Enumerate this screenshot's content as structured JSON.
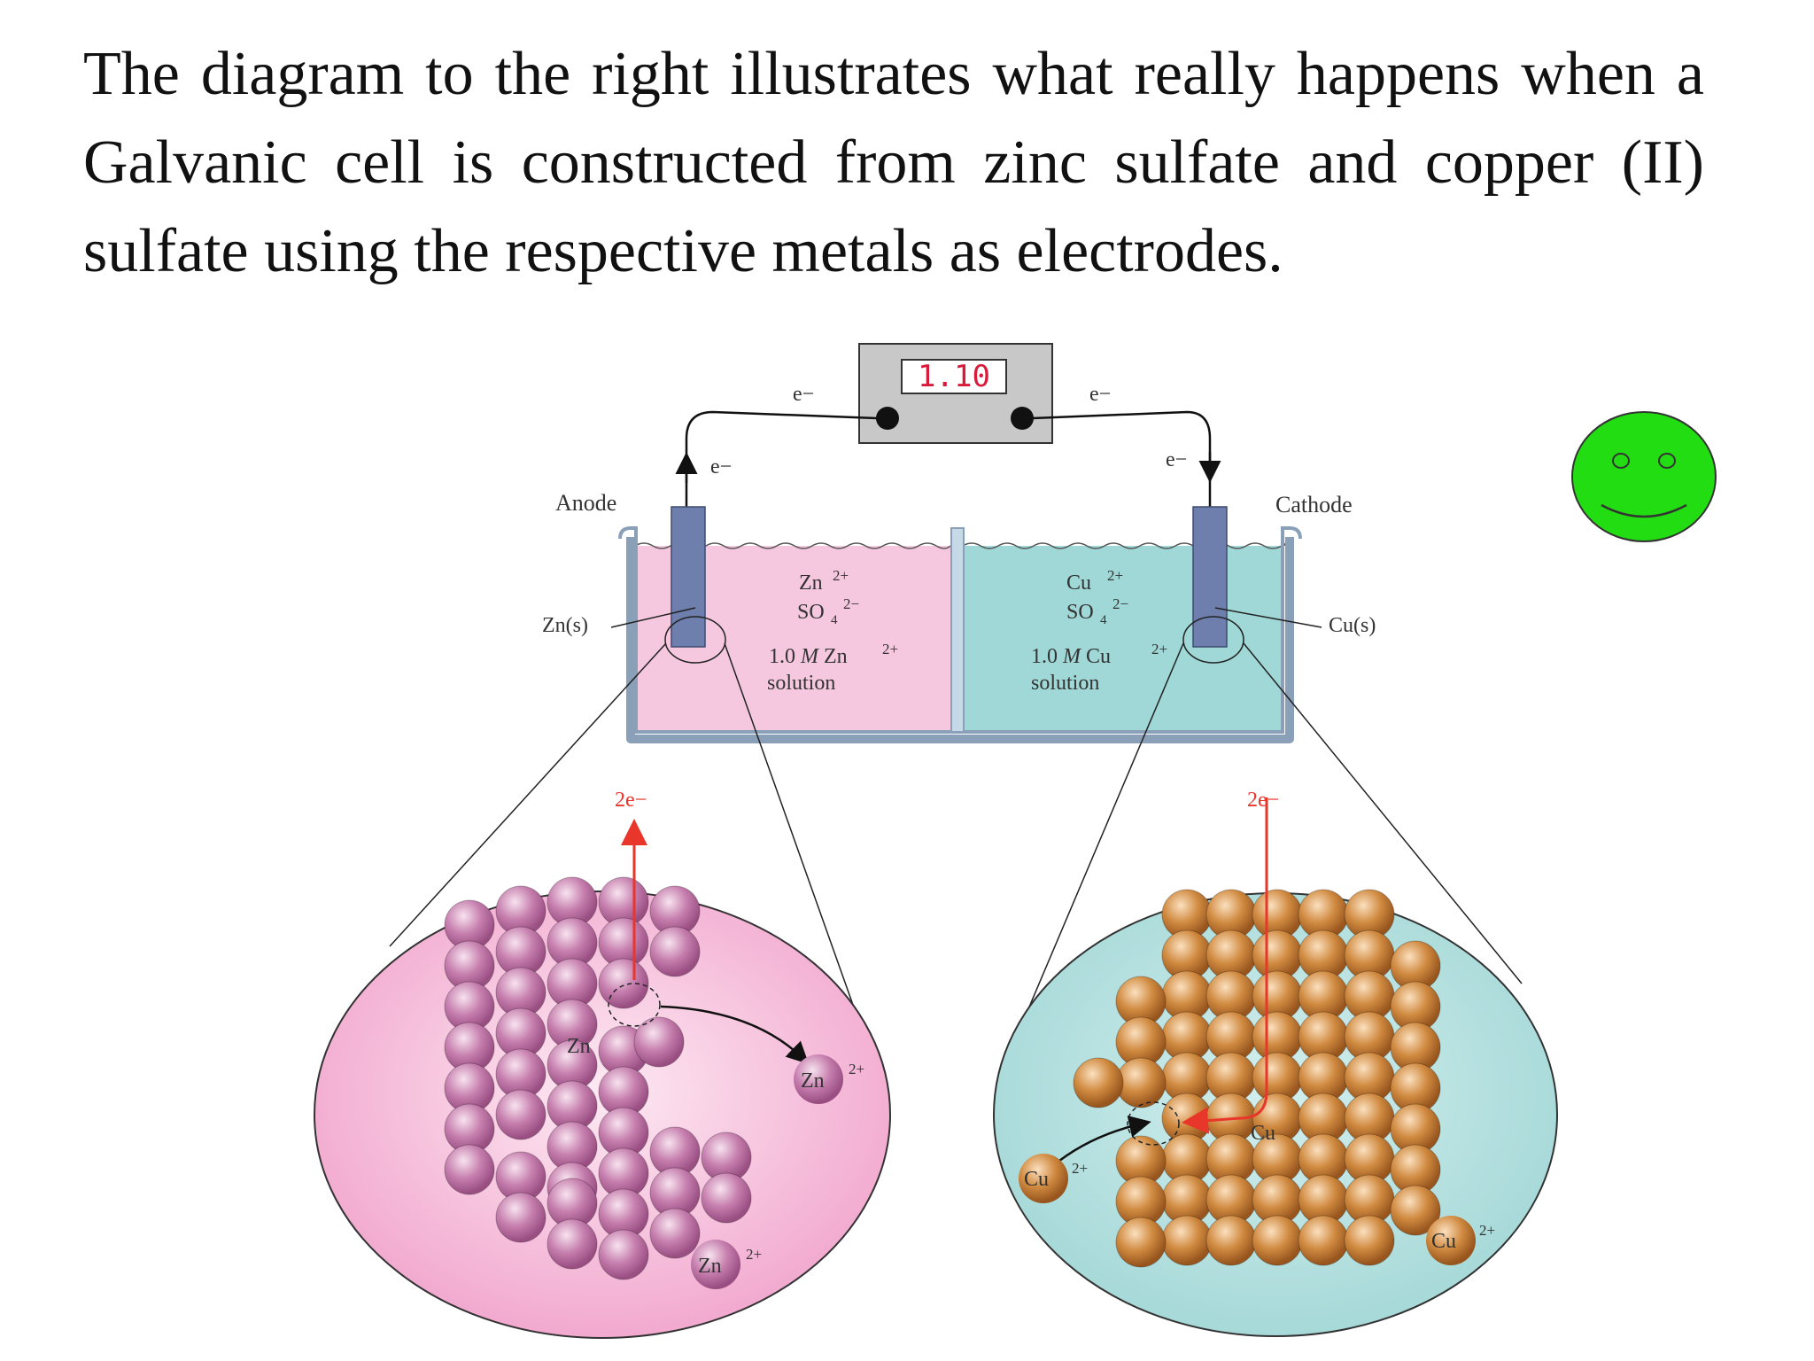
{
  "intro_text": "The diagram to the right illustrates what really happens when a Galvanic cell is constructed from zinc sulfate and copper (II) sulfate using the respective metals as electrodes.",
  "voltmeter": {
    "reading": "1.10"
  },
  "labels": {
    "electron": "e−",
    "anode": "Anode",
    "cathode": "Cathode",
    "zn_solid": "Zn(s)",
    "cu_solid": "Cu(s)",
    "zn_ion": "Zn",
    "cu_ion": "Cu",
    "charge_2plus": "2+",
    "so4": "SO",
    "so4_sub": "4",
    "charge_2minus": "2−",
    "conc_prefix": "1.0 ",
    "conc_unit": "M",
    "solution": "solution",
    "two_electrons": "2e−",
    "zn_atom": "Zn",
    "cu_atom": "Cu"
  },
  "colors": {
    "zinc_solution": "#f6c8e0",
    "copper_solution": "#9fd8d6",
    "electrode": "#6e7fae",
    "zinc_atom": "#c77fae",
    "copper_atom": "#d08a40",
    "electron_arrow": "#e8362b",
    "smiley": "#22dd11"
  },
  "icons": {
    "smiley": "smiley-face-icon"
  }
}
